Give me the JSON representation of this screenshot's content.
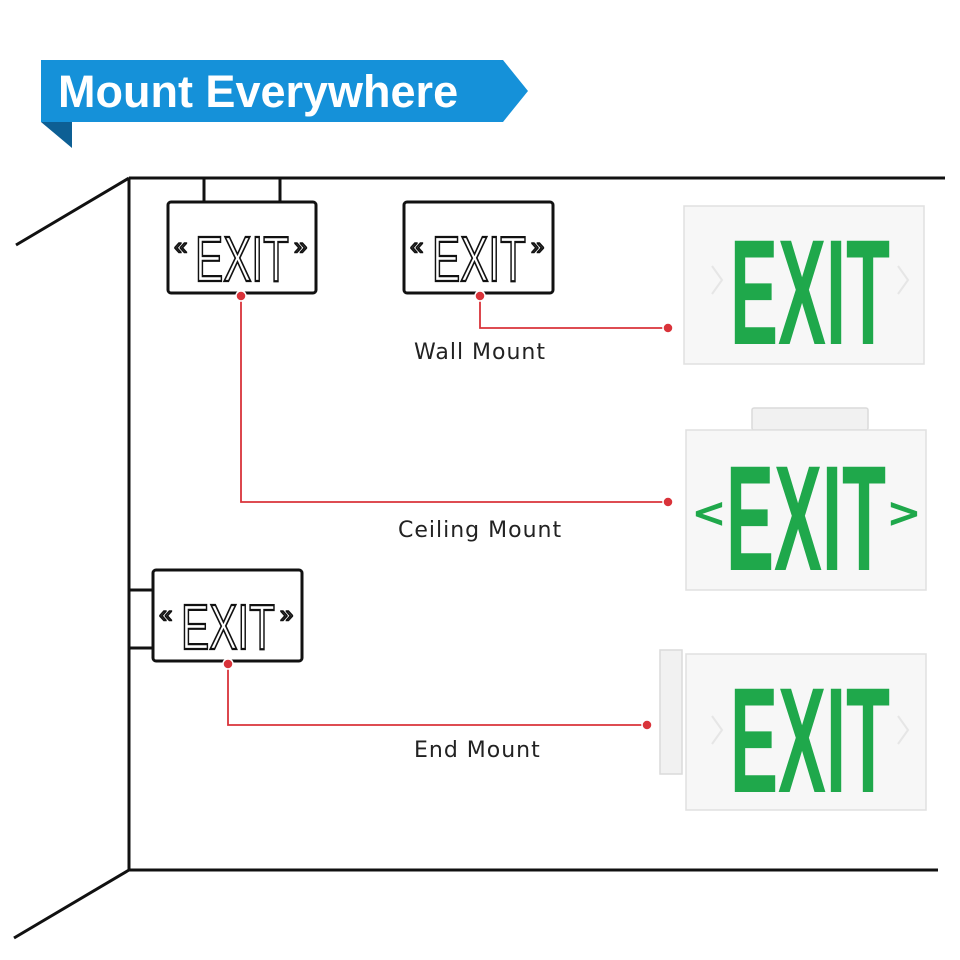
{
  "banner": {
    "title": "Mount Everywhere",
    "color": "#1591d9",
    "shadow": "#0d5f94"
  },
  "sketch_signs": [
    {
      "id": "ceiling",
      "text": "EXIT",
      "left_arrow": "«",
      "right_arrow": "»"
    },
    {
      "id": "wall",
      "text": "EXIT",
      "left_arrow": "«",
      "right_arrow": "»"
    },
    {
      "id": "end",
      "text": "EXIT",
      "left_arrow": "«",
      "right_arrow": "»"
    }
  ],
  "product_signs": [
    {
      "id": "wall",
      "text": "EXIT",
      "left_arrow": "",
      "right_arrow": ""
    },
    {
      "id": "ceiling",
      "text": "EXIT",
      "left_arrow": "<",
      "right_arrow": ">"
    },
    {
      "id": "end",
      "text": "EXIT",
      "left_arrow": "",
      "right_arrow": ""
    }
  ],
  "labels": {
    "wall_mount": "Wall Mount",
    "ceiling_mount": "Ceiling Mount",
    "end_mount": "End Mount"
  },
  "colors": {
    "green": "#1fa84b",
    "connector": "#d9333a",
    "outline": "#111111",
    "panel": "#f7f7f7"
  },
  "icons": {
    "connector_dot": "red-dot-icon",
    "chevron": "chevron-icon"
  }
}
